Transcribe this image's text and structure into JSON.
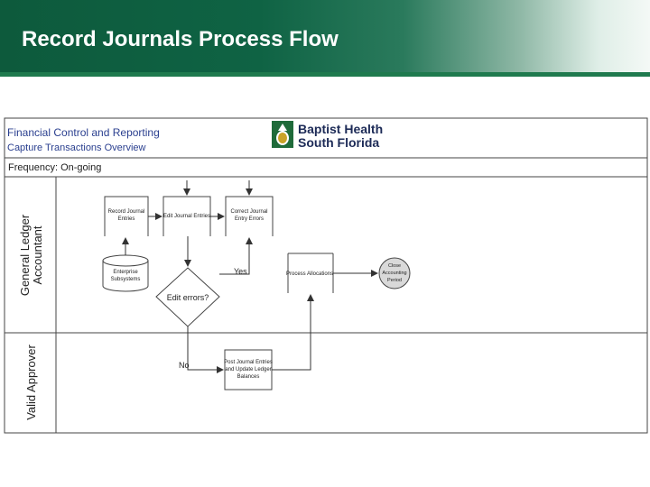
{
  "slide": {
    "title": "Record Journals Process Flow"
  },
  "diagram": {
    "org_title": "Financial Control and Reporting",
    "org_subtitle": "Capture Transactions Overview",
    "logo": {
      "line1": "Baptist Health",
      "line2": "South Florida",
      "icon": "pineapple-logo-icon"
    },
    "frequency": "Frequency: On-going",
    "lanes": {
      "gl_line1": "General Ledger",
      "gl_line2": "Accountant",
      "approver": "Valid Approver"
    },
    "nodes": {
      "record_journal_line1": "Record Journal",
      "record_journal_line2": "Entries",
      "edit_journal": "Edit Journal Entries",
      "correct_journal_line1": "Correct Journal",
      "correct_journal_line2": "Entry Errors",
      "enterprise_line1": "Enterprise",
      "enterprise_line2": "Subsystems",
      "decision": "Edit errors?",
      "process_allocations": "Process Allocations",
      "close_line1": "Close",
      "close_line2": "Accounting",
      "close_line3": "Period",
      "post_line1": "Post Journal Entries",
      "post_line2": "and Update Ledger",
      "post_line3": "Balances"
    },
    "labels": {
      "yes": "Yes",
      "no": "No"
    },
    "colors": {
      "header_dark": "#0d5a3c",
      "org_title": "#2a3f8f",
      "logo_green": "#1f6b3a",
      "logo_navy": "#1d2b57",
      "terminator_fill": "#d9d9d9"
    }
  }
}
